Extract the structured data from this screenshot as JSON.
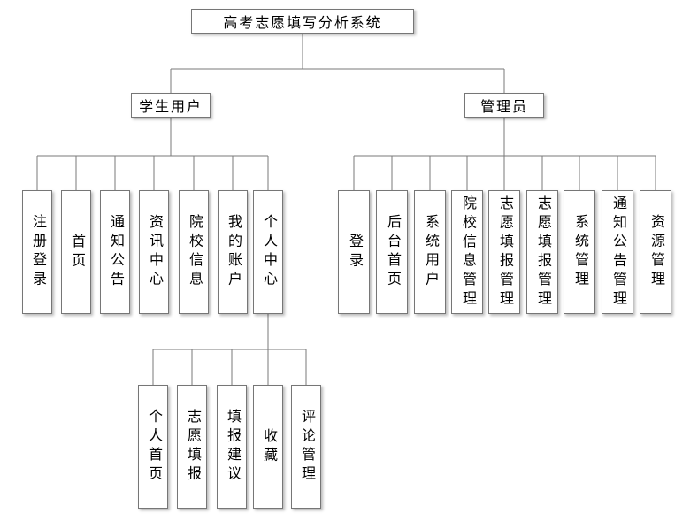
{
  "title": "高考志愿填写分析系统",
  "student": {
    "label": "学生用户",
    "children": [
      "注册登录",
      "首页",
      "通知公告",
      "资讯中心",
      "院校信息",
      "我的账户",
      "个人中心"
    ]
  },
  "admin": {
    "label": "管理员",
    "children": [
      "登录",
      "后台首页",
      "系统用户",
      "院校信息管理",
      "志愿填报管理",
      "志愿填报管理",
      "系统管理",
      "通知公告管理",
      "资源管理"
    ]
  },
  "personal_center": {
    "children": [
      "个人首页",
      "志愿填报",
      "填报建议",
      "收藏",
      "评论管理"
    ]
  },
  "colors": {
    "background": "#ffffff",
    "box_fill": "#ffffff",
    "box_border": "#767676",
    "connector": "#7a7a7a",
    "text": "#000000"
  }
}
